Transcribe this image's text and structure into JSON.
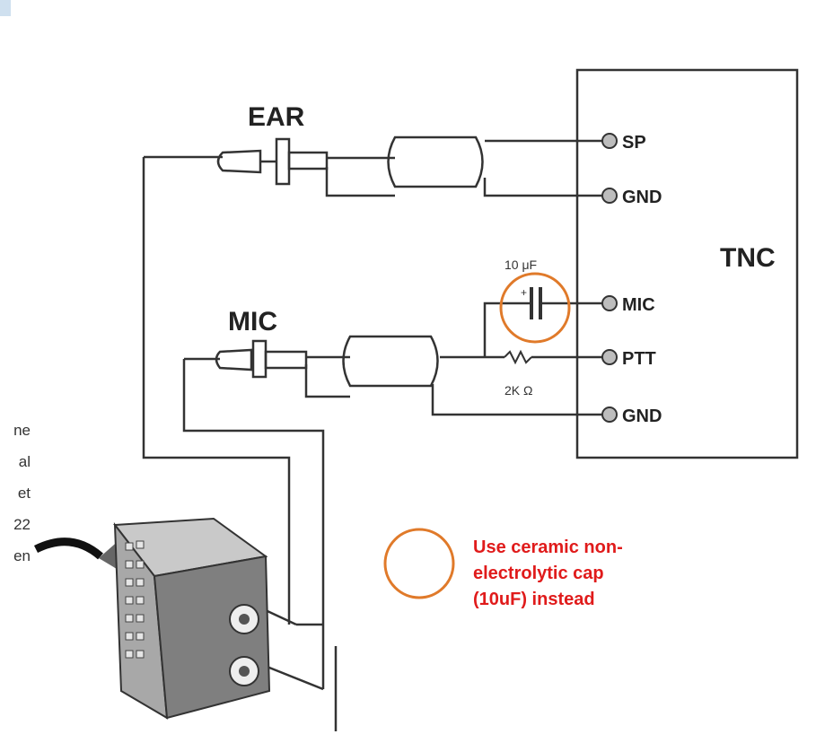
{
  "labels": {
    "ear": "EAR",
    "mic": "MIC",
    "tnc": "TNC",
    "sp": "SP",
    "gnd1": "GND",
    "mic_pin": "MIC",
    "ptt": "PTT",
    "gnd2": "GND",
    "cap_value": "10 μF",
    "resistor_value": "2K Ω"
  },
  "side_text": [
    "ne",
    "al",
    "et",
    "22",
    "en"
  ],
  "note": {
    "lines": [
      "Use ceramic non-",
      "electrolytic cap",
      "(10uF) instead"
    ]
  },
  "colors": {
    "annotation_circle": "#e07a2a",
    "note_text": "#e01b1b",
    "wire": "#333333"
  }
}
